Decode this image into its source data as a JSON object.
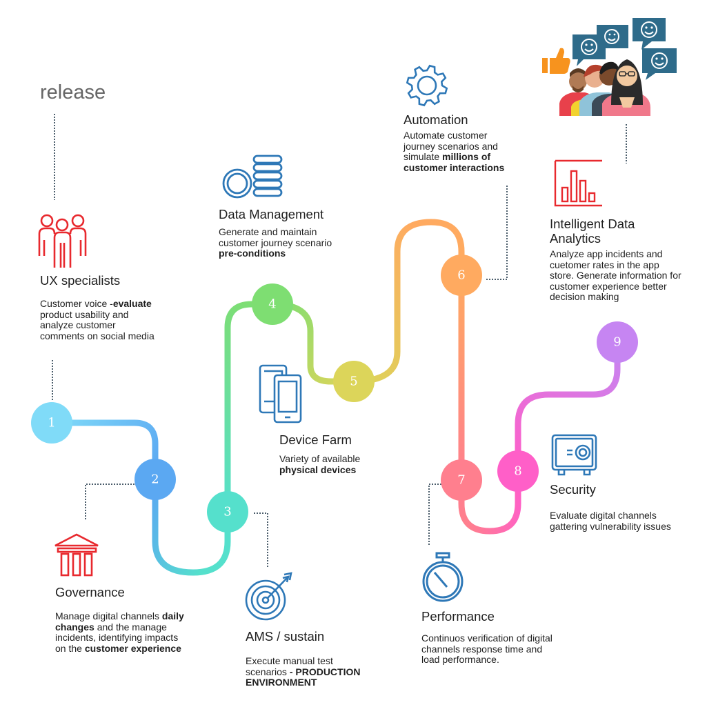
{
  "header": {
    "release_label": "release"
  },
  "nodes": [
    {
      "num": "1",
      "color": "#80DBF8"
    },
    {
      "num": "2",
      "color": "#5BA8F2"
    },
    {
      "num": "3",
      "color": "#55E0CC"
    },
    {
      "num": "4",
      "color": "#7EDE72"
    },
    {
      "num": "5",
      "color": "#DCD55A"
    },
    {
      "num": "6",
      "color": "#FFAA60"
    },
    {
      "num": "7",
      "color": "#FF7F8E"
    },
    {
      "num": "8",
      "color": "#FF5FC8"
    },
    {
      "num": "9",
      "color": "#C685F2"
    }
  ],
  "steps": {
    "ux": {
      "title": "UX specialists",
      "desc": [
        {
          "t": "Customer voice -"
        },
        {
          "t": "evaluate",
          "b": true
        },
        {
          "t": " product usability and analyze customer comments on social media"
        }
      ]
    },
    "governance": {
      "title": "Governance",
      "desc": [
        {
          "t": "Manage digital channels "
        },
        {
          "t": "daily changes",
          "b": true
        },
        {
          "t": " and the manage incidents, identifying impacts on the "
        },
        {
          "t": "customer experience",
          "b": true
        }
      ]
    },
    "ams": {
      "title": "AMS / sustain",
      "desc": [
        {
          "t": "Execute manual test scenarios "
        },
        {
          "t": "- PRODUCTION ENVIRONMENT",
          "b": true
        }
      ]
    },
    "data_management": {
      "title": "Data Management",
      "desc": [
        {
          "t": "Generate and maintain customer journey scenario "
        },
        {
          "t": "pre-conditions",
          "b": true
        }
      ]
    },
    "device_farm": {
      "title": "Device Farm",
      "desc": [
        {
          "t": "Variety of available "
        },
        {
          "t": "physical devices",
          "b": true
        }
      ]
    },
    "automation": {
      "title": "Automation",
      "desc": [
        {
          "t": "Automate customer journey scenarios and simulate "
        },
        {
          "t": "millions of customer interactions",
          "b": true
        }
      ]
    },
    "analytics": {
      "title": "Intelligent Data Analytics",
      "desc": [
        {
          "t": "Analyze app incidents and cuetomer rates in the app store. Generate information for customer experience better decision making"
        }
      ]
    },
    "performance": {
      "title": "Performance",
      "desc": [
        {
          "t": "Continuos verification of digital channels response time and load performance."
        }
      ]
    },
    "security": {
      "title": "Security",
      "desc": [
        {
          "t": "Evaluate digital channels gattering vulnerability issues"
        }
      ]
    }
  },
  "colors": {
    "icon_red": "#E8292E",
    "icon_blue": "#2E78B7",
    "connector": "#4B5D6B",
    "bubble": "#2E6B8A",
    "thumb": "#F7931E"
  }
}
